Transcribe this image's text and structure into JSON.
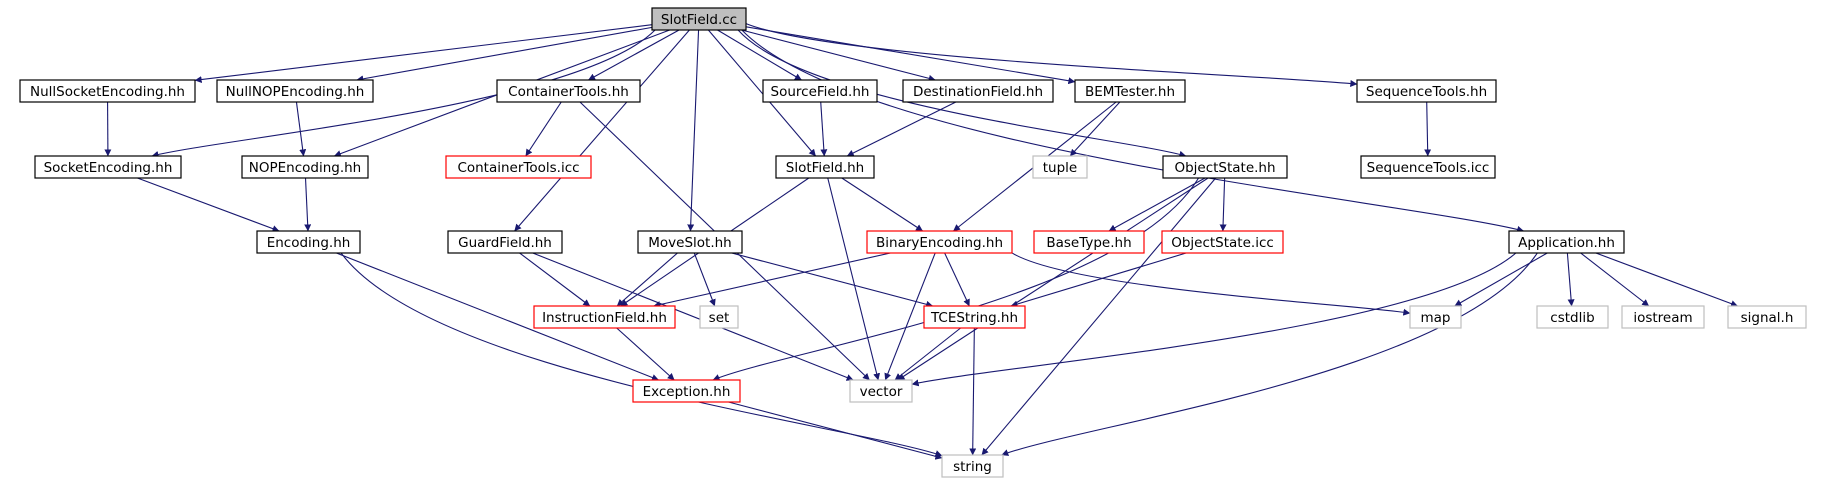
{
  "graph": {
    "edge_color": "#191970",
    "nodes": [
      {
        "id": "root",
        "label": "SlotField.cc",
        "style": "root"
      },
      {
        "id": "nullsocket",
        "label": "NullSocketEncoding.hh",
        "style": "normal"
      },
      {
        "id": "nullnop",
        "label": "NullNOPEncoding.hh",
        "style": "normal"
      },
      {
        "id": "containertools",
        "label": "ContainerTools.hh",
        "style": "normal"
      },
      {
        "id": "sourcefield",
        "label": "SourceField.hh",
        "style": "normal"
      },
      {
        "id": "destfield",
        "label": "DestinationField.hh",
        "style": "normal"
      },
      {
        "id": "bemtester",
        "label": "BEMTester.hh",
        "style": "normal"
      },
      {
        "id": "seqtools",
        "label": "SequenceTools.hh",
        "style": "normal"
      },
      {
        "id": "socketenc",
        "label": "SocketEncoding.hh",
        "style": "normal"
      },
      {
        "id": "nopenc",
        "label": "NOPEncoding.hh",
        "style": "normal"
      },
      {
        "id": "containericc",
        "label": "ContainerTools.icc",
        "style": "red"
      },
      {
        "id": "slotfieldhh",
        "label": "SlotField.hh",
        "style": "normal"
      },
      {
        "id": "tuple",
        "label": "tuple",
        "style": "gray"
      },
      {
        "id": "objstate",
        "label": "ObjectState.hh",
        "style": "normal"
      },
      {
        "id": "seqicc",
        "label": "SequenceTools.icc",
        "style": "normal"
      },
      {
        "id": "encoding",
        "label": "Encoding.hh",
        "style": "normal"
      },
      {
        "id": "guardfield",
        "label": "GuardField.hh",
        "style": "normal"
      },
      {
        "id": "moveslot",
        "label": "MoveSlot.hh",
        "style": "normal"
      },
      {
        "id": "binenc",
        "label": "BinaryEncoding.hh",
        "style": "red"
      },
      {
        "id": "basetype",
        "label": "BaseType.hh",
        "style": "red"
      },
      {
        "id": "objicc",
        "label": "ObjectState.icc",
        "style": "red"
      },
      {
        "id": "application",
        "label": "Application.hh",
        "style": "normal"
      },
      {
        "id": "instrfield",
        "label": "InstructionField.hh",
        "style": "red"
      },
      {
        "id": "set",
        "label": "set",
        "style": "gray"
      },
      {
        "id": "tcestring",
        "label": "TCEString.hh",
        "style": "red"
      },
      {
        "id": "map",
        "label": "map",
        "style": "gray"
      },
      {
        "id": "cstdlib",
        "label": "cstdlib",
        "style": "gray"
      },
      {
        "id": "iostream",
        "label": "iostream",
        "style": "gray"
      },
      {
        "id": "signal",
        "label": "signal.h",
        "style": "gray"
      },
      {
        "id": "exception",
        "label": "Exception.hh",
        "style": "red"
      },
      {
        "id": "vector",
        "label": "vector",
        "style": "gray"
      },
      {
        "id": "string",
        "label": "string",
        "style": "gray"
      }
    ],
    "edges": [
      [
        "root",
        "nullsocket"
      ],
      [
        "root",
        "nullnop"
      ],
      [
        "root",
        "containertools"
      ],
      [
        "root",
        "sourcefield"
      ],
      [
        "root",
        "destfield"
      ],
      [
        "root",
        "bemtester"
      ],
      [
        "root",
        "seqtools"
      ],
      [
        "root",
        "socketenc"
      ],
      [
        "root",
        "nopenc"
      ],
      [
        "root",
        "slotfieldhh"
      ],
      [
        "root",
        "guardfield"
      ],
      [
        "root",
        "moveslot"
      ],
      [
        "root",
        "objstate"
      ],
      [
        "root",
        "application"
      ],
      [
        "nullsocket",
        "socketenc"
      ],
      [
        "nullnop",
        "nopenc"
      ],
      [
        "socketenc",
        "encoding"
      ],
      [
        "nopenc",
        "encoding"
      ],
      [
        "encoding",
        "exception"
      ],
      [
        "encoding",
        "string"
      ],
      [
        "containertools",
        "containericc"
      ],
      [
        "containertools",
        "vector"
      ],
      [
        "sourcefield",
        "slotfieldhh"
      ],
      [
        "destfield",
        "slotfieldhh"
      ],
      [
        "bemtester",
        "tuple"
      ],
      [
        "bemtester",
        "binenc"
      ],
      [
        "seqtools",
        "seqicc"
      ],
      [
        "slotfieldhh",
        "instrfield"
      ],
      [
        "slotfieldhh",
        "binenc"
      ],
      [
        "slotfieldhh",
        "vector"
      ],
      [
        "guardfield",
        "instrfield"
      ],
      [
        "guardfield",
        "vector"
      ],
      [
        "moveslot",
        "instrfield"
      ],
      [
        "moveslot",
        "set"
      ],
      [
        "moveslot",
        "tcestring"
      ],
      [
        "binenc",
        "instrfield"
      ],
      [
        "binenc",
        "tcestring"
      ],
      [
        "binenc",
        "vector"
      ],
      [
        "binenc",
        "map"
      ],
      [
        "objstate",
        "exception"
      ],
      [
        "objstate",
        "basetype"
      ],
      [
        "objstate",
        "objicc"
      ],
      [
        "objstate",
        "vector"
      ],
      [
        "objstate",
        "string"
      ],
      [
        "objicc",
        "tcestring"
      ],
      [
        "instrfield",
        "exception"
      ],
      [
        "tcestring",
        "vector"
      ],
      [
        "tcestring",
        "string"
      ],
      [
        "exception",
        "string"
      ],
      [
        "application",
        "map"
      ],
      [
        "application",
        "cstdlib"
      ],
      [
        "application",
        "iostream"
      ],
      [
        "application",
        "signal"
      ],
      [
        "application",
        "vector"
      ],
      [
        "application",
        "string"
      ]
    ]
  }
}
